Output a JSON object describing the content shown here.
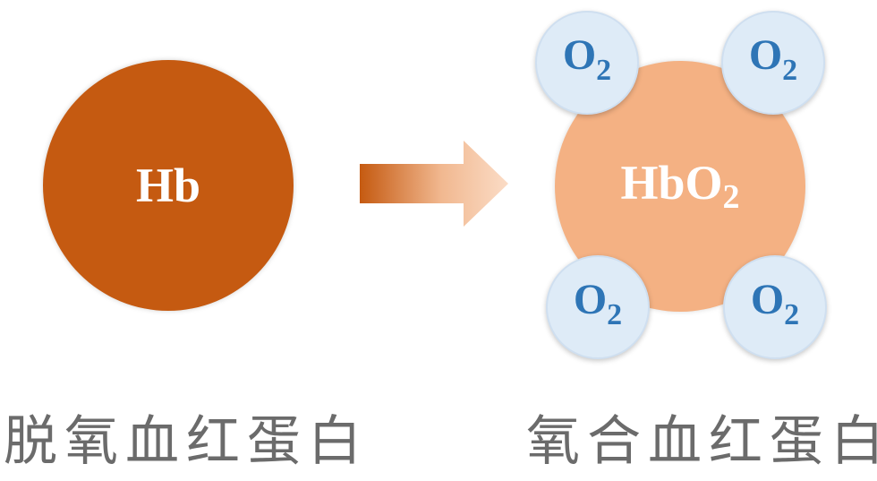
{
  "left_molecule": {
    "label_main": "Hb",
    "caption": "脱氧血红蛋白"
  },
  "right_molecule": {
    "label_main": "HbO",
    "label_sub": "2",
    "caption": "氧合血红蛋白"
  },
  "oxygen": {
    "symbol": "O",
    "subscript": "2"
  },
  "colors": {
    "deoxy": "#c55a11",
    "oxy": "#f4b183",
    "oxygen_fill": "#deebf7",
    "oxygen_text": "#2e75b6",
    "caption_text": "#6b6b6b"
  }
}
